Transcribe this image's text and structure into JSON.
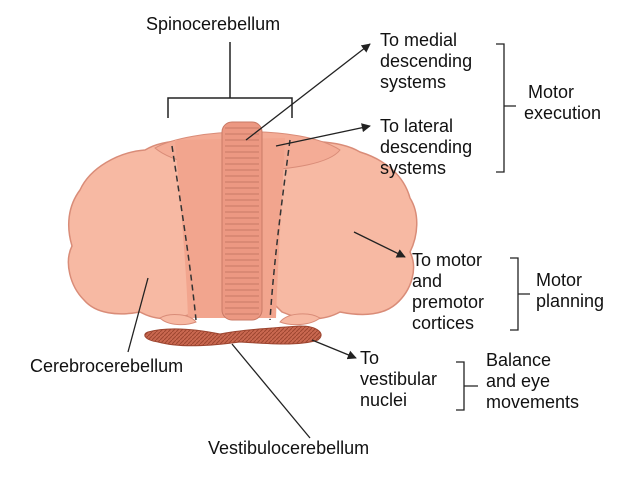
{
  "colors": {
    "lobe_fill": "#f7b9a3",
    "lobe_stroke": "#d98c78",
    "vermis_fill": "#f0a18c",
    "vestibulo_fill": "#c96850",
    "line": "#222222"
  },
  "labels": {
    "spinocerebellum": "Spinocerebellum",
    "cerebrocerebellum": "Cerebrocerebellum",
    "vestibulocerebellum": "Vestibulocerebellum"
  },
  "outputs": {
    "medial": [
      "To medial",
      "descending",
      "systems"
    ],
    "lateral": [
      "To lateral",
      "descending",
      "systems"
    ],
    "motor_cortices": [
      "To motor",
      "and",
      "premotor",
      "cortices"
    ],
    "vestibular": [
      "To",
      "vestibular",
      "nuclei"
    ]
  },
  "functions": {
    "motor_execution": [
      "Motor",
      "execution"
    ],
    "motor_planning": [
      "Motor",
      "planning"
    ],
    "balance": [
      "Balance",
      "and eye",
      "movements"
    ]
  }
}
